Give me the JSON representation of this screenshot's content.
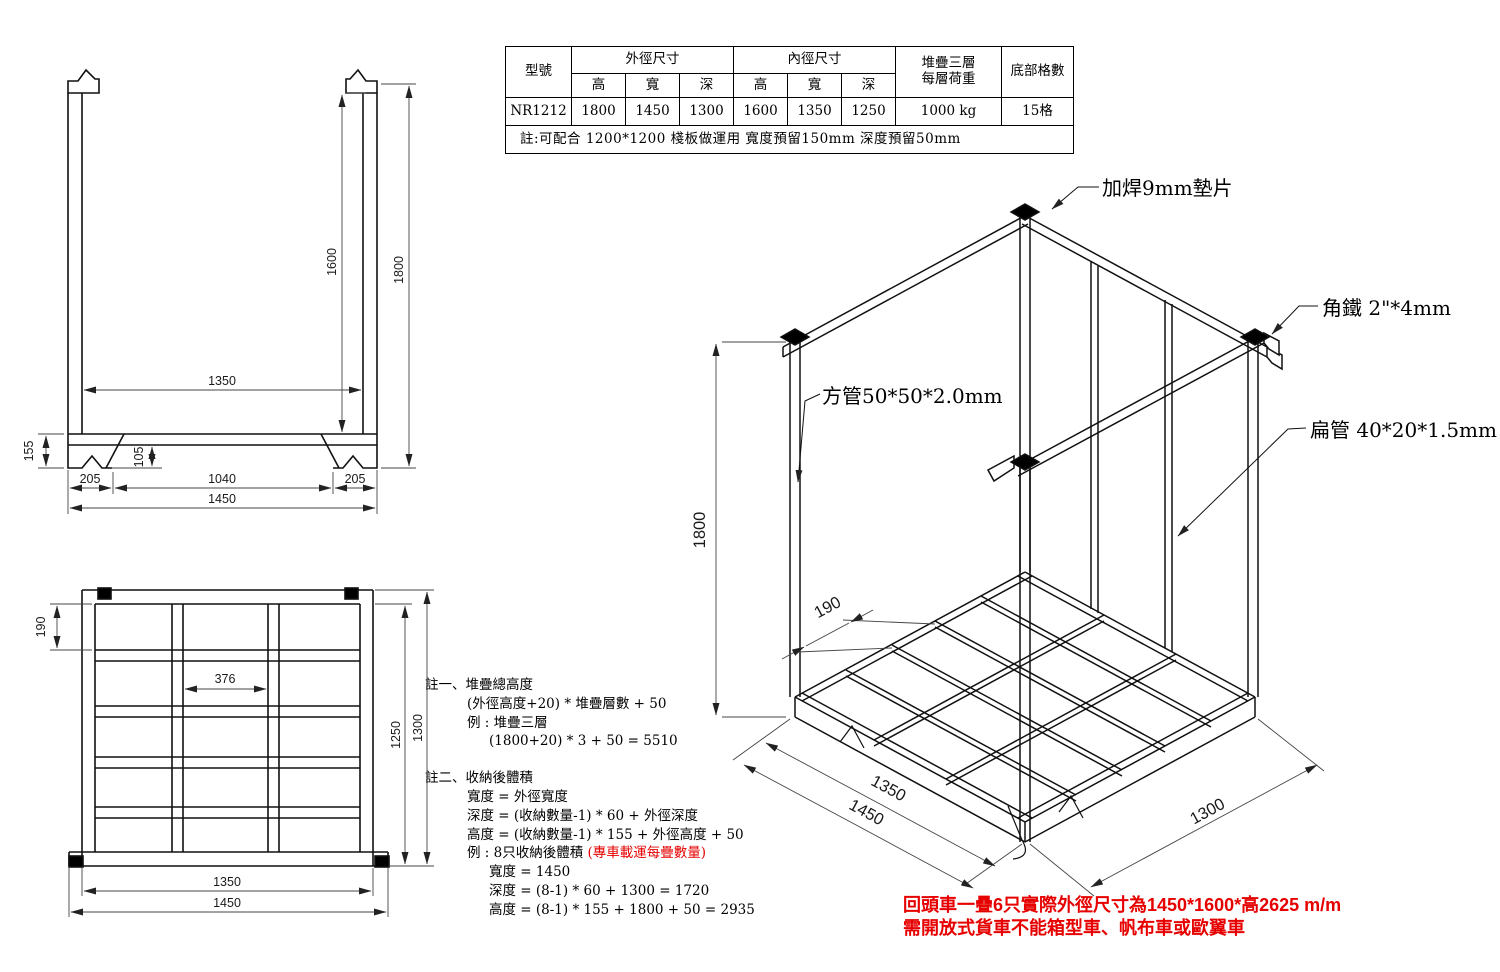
{
  "table": {
    "model_header": "型號",
    "outer_header": "外徑尺寸",
    "inner_header": "內徑尺寸",
    "load_header_1": "堆疊三層",
    "load_header_2": "每層荷重",
    "grid_header": "底部格數",
    "sub": [
      "高",
      "寬",
      "深",
      "高",
      "寬",
      "深"
    ],
    "row": [
      "NR1212",
      "1800",
      "1450",
      "1300",
      "1600",
      "1350",
      "1250",
      "1000 kg",
      "15格"
    ],
    "note": "註:可配合 1200*1200 棧板做運用 寬度預留150mm 深度預留50mm"
  },
  "front_view": {
    "inner_width": "1350",
    "inner_height": "1600",
    "outer_height": "1800",
    "base_height": "155",
    "foot_height": "105",
    "left_offset": "205",
    "center_span": "1040",
    "right_offset": "205",
    "outer_width": "1450"
  },
  "top_view": {
    "rail_gap": "190",
    "center_cell": "376",
    "inner_depth": "1250",
    "outer_depth": "1300",
    "inner_width": "1350",
    "outer_width": "1450"
  },
  "iso_view": {
    "height": "1800",
    "rail_gap": "190",
    "inner_width": "1350",
    "outer_width": "1450",
    "outer_depth": "1300",
    "label_pad": "加焊9mm墊片",
    "label_angle": "角鐵 2\"*4mm",
    "label_square": "方管50*50*2.0mm",
    "label_flat": "扁管 40*20*1.5mm"
  },
  "notes": {
    "n1": "註一、堆疊總高度",
    "n2": "(外徑高度+20) * 堆疊層數 + 50",
    "n3": "例 : 堆疊三層",
    "n4": "(1800+20) * 3 + 50 = 5510",
    "n5": "註二、收納後體積",
    "n6": "寬度 = 外徑寬度",
    "n7": "深度 = (收納數量-1) * 60 + 外徑深度",
    "n8": "高度 = (收納數量-1) * 155 + 外徑高度 + 50",
    "n9a": "例 : 8只收納後體積 ",
    "n9b": "(專車載運每疊數量)",
    "n10": "寬度 = 1450",
    "n11": "深度 = (8-1) * 60 + 1300 = 1720",
    "n12": "高度 = (8-1) * 155 + 1800 + 50 = 2935"
  },
  "warning": {
    "line1": "回頭車一疊6只實際外徑尺寸為1450*1600*高2625 m/m",
    "line2": "需開放式貨車不能箱型車、帆布車或歐翼車"
  }
}
